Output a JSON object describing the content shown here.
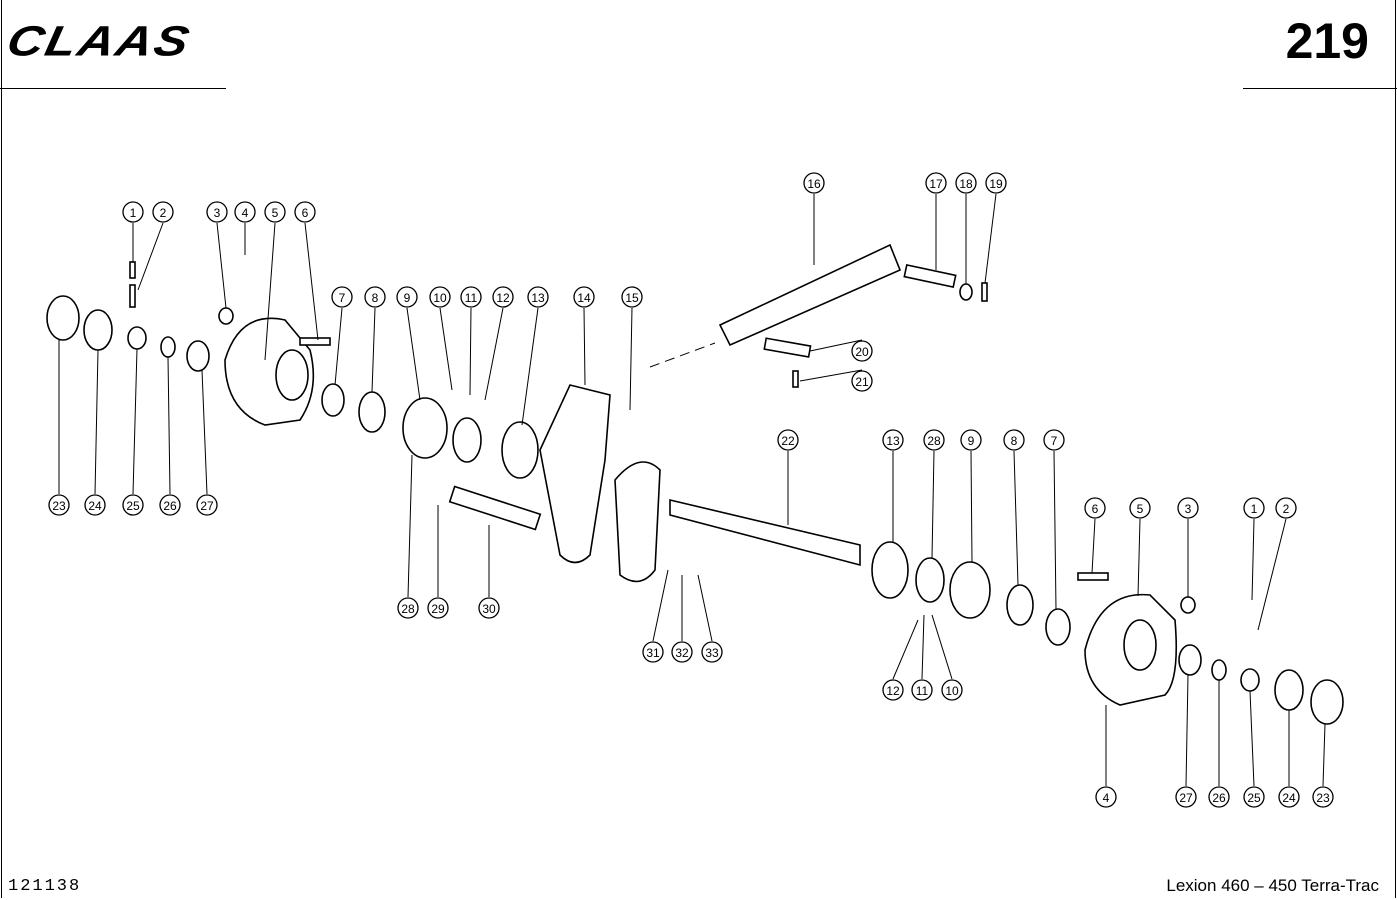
{
  "header": {
    "brand": "CLAAS",
    "page_number": "219"
  },
  "footer": {
    "drawing_number": "121138",
    "model": "Lexion 460 – 450 Terra-Trac"
  },
  "callouts": [
    "1",
    "2",
    "3",
    "4",
    "5",
    "6",
    "7",
    "8",
    "9",
    "10",
    "11",
    "12",
    "13",
    "14",
    "15",
    "16",
    "17",
    "18",
    "19",
    "20",
    "21",
    "22",
    "23",
    "24",
    "25",
    "26",
    "27",
    "28",
    "29",
    "30",
    "31",
    "32",
    "33",
    "13",
    "28",
    "9",
    "8",
    "7",
    "6",
    "5",
    "3",
    "1",
    "2",
    "12",
    "11",
    "10",
    "4",
    "27",
    "26",
    "25",
    "24",
    "23"
  ]
}
